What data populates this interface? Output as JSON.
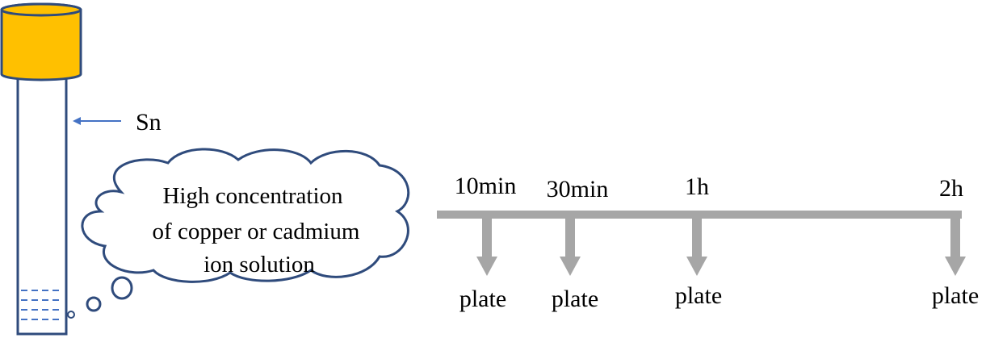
{
  "tube": {
    "cap_color": "#FFC000",
    "outline_color": "#2F4B7C",
    "label": "Sn",
    "pointer_color": "#4472C4"
  },
  "cloud": {
    "lines": [
      "High concentration",
      "of copper or cadmium",
      "ion solution"
    ],
    "outline_color": "#2F4B7C"
  },
  "timeline": {
    "color": "#A6A6A6",
    "times": [
      "10min",
      "30min",
      "1h",
      "2h"
    ],
    "plate_label": "plate"
  }
}
